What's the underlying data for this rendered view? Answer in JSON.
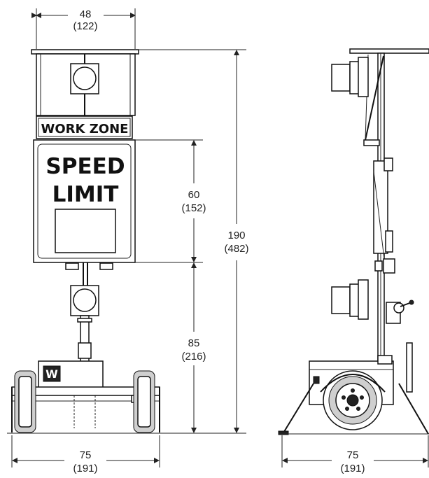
{
  "front_view": {
    "sign_work_zone": "WORK ZONE",
    "sign_speed": "SPEED",
    "sign_limit": "LIMIT",
    "badge_letter": "W",
    "dim_width_in": "48",
    "dim_width_cm": "(122)",
    "dim_sign_height_in": "60",
    "dim_sign_height_cm": "(152)",
    "dim_lower_height_in": "85",
    "dim_lower_height_cm": "(216)",
    "dim_total_height_in": "190",
    "dim_total_height_cm": "(482)",
    "dim_base_width_in": "75",
    "dim_base_width_cm": "(191)"
  },
  "side_view": {
    "dim_base_width_in": "75",
    "dim_base_width_cm": "(191)"
  }
}
